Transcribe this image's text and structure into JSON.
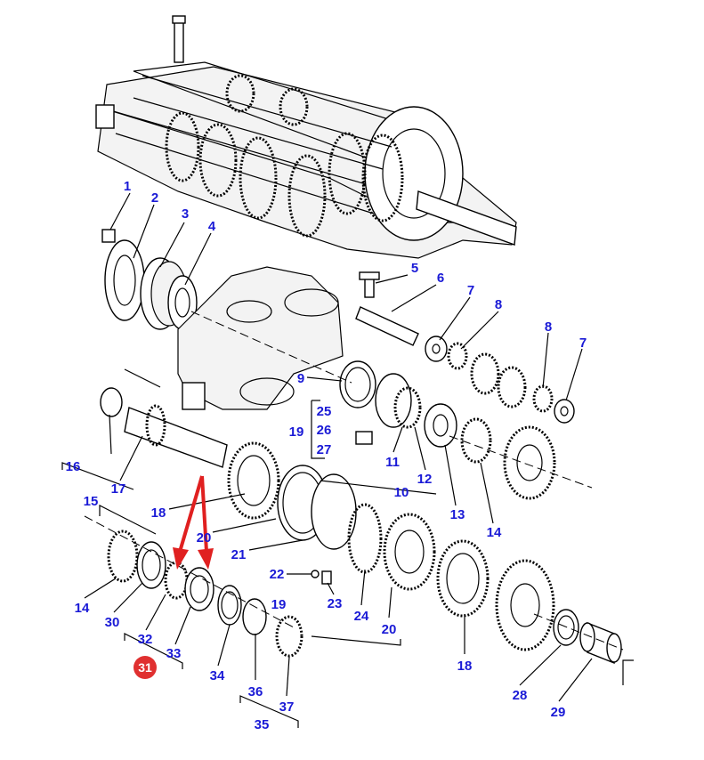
{
  "diagram": {
    "callout_color": "#1a1ad6",
    "highlight_color": "#e03030",
    "arrow_color": "#e02020",
    "highlighted_part": "31",
    "callouts": [
      "1",
      "2",
      "3",
      "4",
      "5",
      "6",
      "7",
      "8",
      "8",
      "7",
      "9",
      "25",
      "26",
      "27",
      "19",
      "11",
      "12",
      "10",
      "13",
      "14",
      "16",
      "17",
      "15",
      "18",
      "20",
      "21",
      "22",
      "23",
      "24",
      "20",
      "18",
      "14",
      "30",
      "32",
      "33",
      "34",
      "19",
      "36",
      "37",
      "35",
      "28",
      "29"
    ]
  }
}
